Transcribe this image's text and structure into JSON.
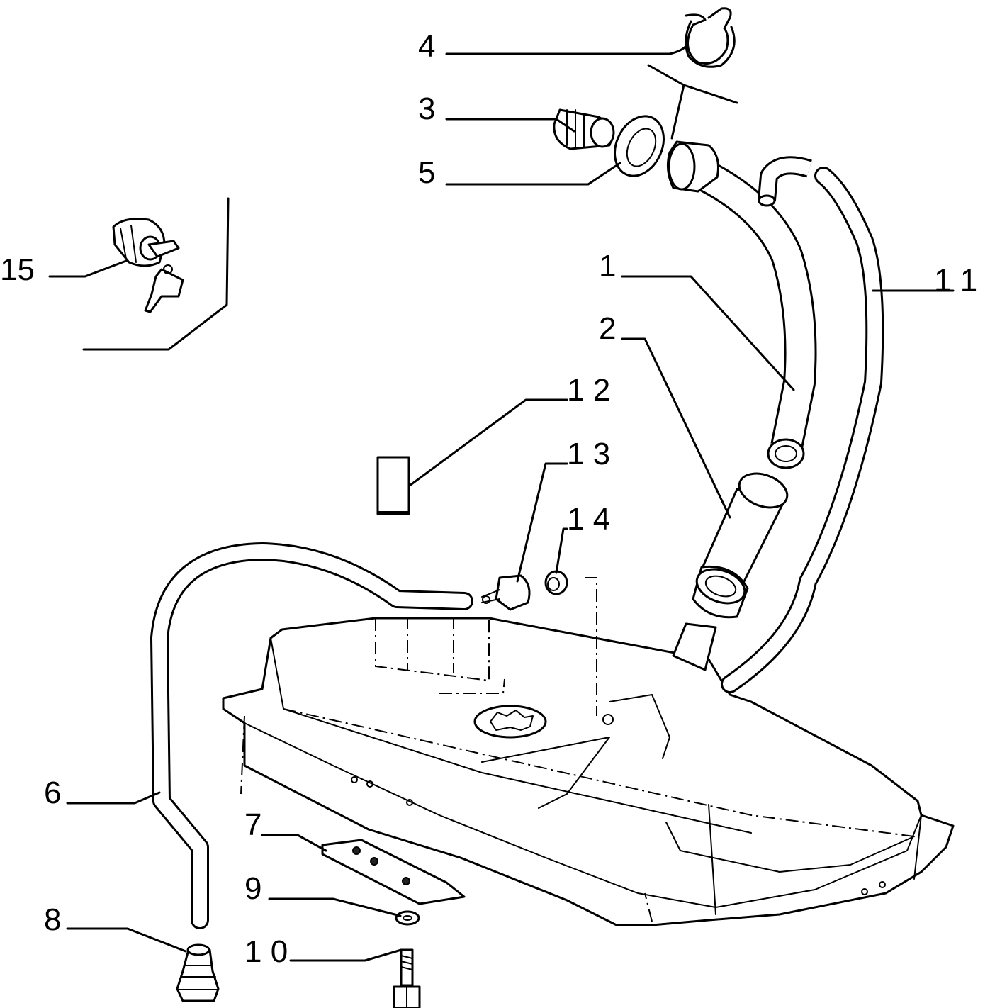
{
  "callouts": {
    "c1": "1",
    "c2": "2",
    "c3": "3",
    "c4": "4",
    "c5": "5",
    "c6": "6",
    "c7": "7",
    "c8": "8",
    "c9": "9",
    "c10": "1 0",
    "c11": "1 1",
    "c12": "1 2",
    "c13": "1 3",
    "c14": "1 4",
    "c15": "15"
  }
}
